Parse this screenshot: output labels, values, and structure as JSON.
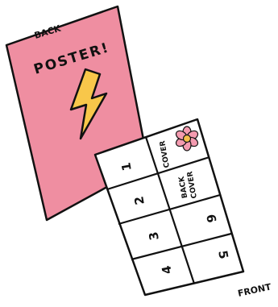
{
  "labels": {
    "back": "BACK",
    "front": "FRONT",
    "poster": "POSTER!"
  },
  "panels": {
    "p1": "1",
    "p2": "2",
    "p3": "3",
    "p4": "4",
    "p5": "5",
    "p6": "6",
    "cover": "COVER",
    "back_cover_1": "BACK",
    "back_cover_2": "COVER"
  },
  "colors": {
    "poster_fill": "#EF8EA1",
    "bolt_fill": "#F8C74A",
    "flower_petal": "#F49BB0",
    "flower_center": "#F6BE4A",
    "ink": "#111111",
    "paper": "#FFFFFF"
  },
  "icons": {
    "bolt": "lightning-bolt-icon",
    "flower": "flower-icon"
  }
}
